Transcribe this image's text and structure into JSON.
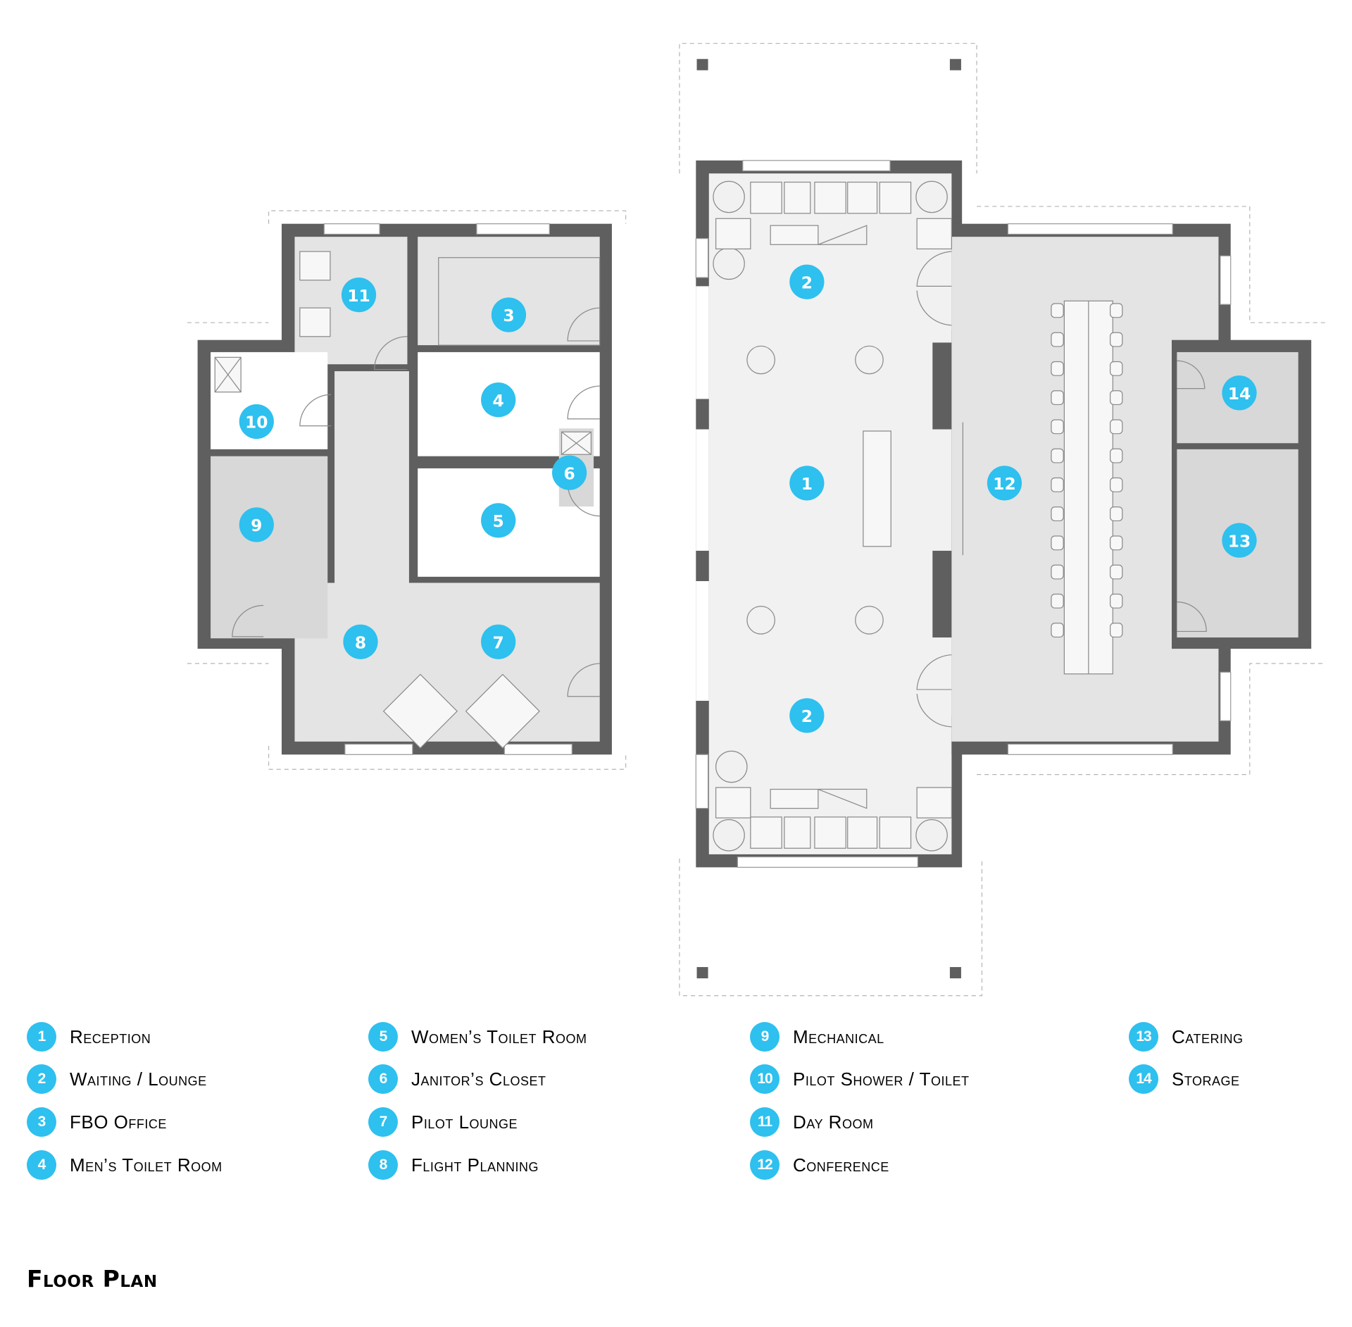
{
  "title": "Floor Plan",
  "colors": {
    "badge": "#2ec0ee",
    "wall": "#5f5f5f",
    "floor_light": "#f1f1f1",
    "floor_mid": "#e4e4e4",
    "floor_dark": "#d8d8d8",
    "text": "#111111"
  },
  "rooms": [
    {
      "number": "1",
      "name": "Reception"
    },
    {
      "number": "2",
      "name": "Waiting / Lounge"
    },
    {
      "number": "3",
      "name": "FBO Office"
    },
    {
      "number": "4",
      "name": "Men’s Toilet Room"
    },
    {
      "number": "5",
      "name": "Women’s Toilet Room"
    },
    {
      "number": "6",
      "name": "Janitor’s Closet"
    },
    {
      "number": "7",
      "name": "Pilot Lounge"
    },
    {
      "number": "8",
      "name": "Flight Planning"
    },
    {
      "number": "9",
      "name": "Mechanical"
    },
    {
      "number": "10",
      "name": "Pilot Shower / Toilet"
    },
    {
      "number": "11",
      "name": "Day Room"
    },
    {
      "number": "12",
      "name": "Conference"
    },
    {
      "number": "13",
      "name": "Catering"
    },
    {
      "number": "14",
      "name": "Storage"
    }
  ],
  "plan_badges": [
    "1",
    "2",
    "2",
    "3",
    "4",
    "5",
    "6",
    "7",
    "8",
    "9",
    "10",
    "11",
    "12",
    "13",
    "14"
  ]
}
